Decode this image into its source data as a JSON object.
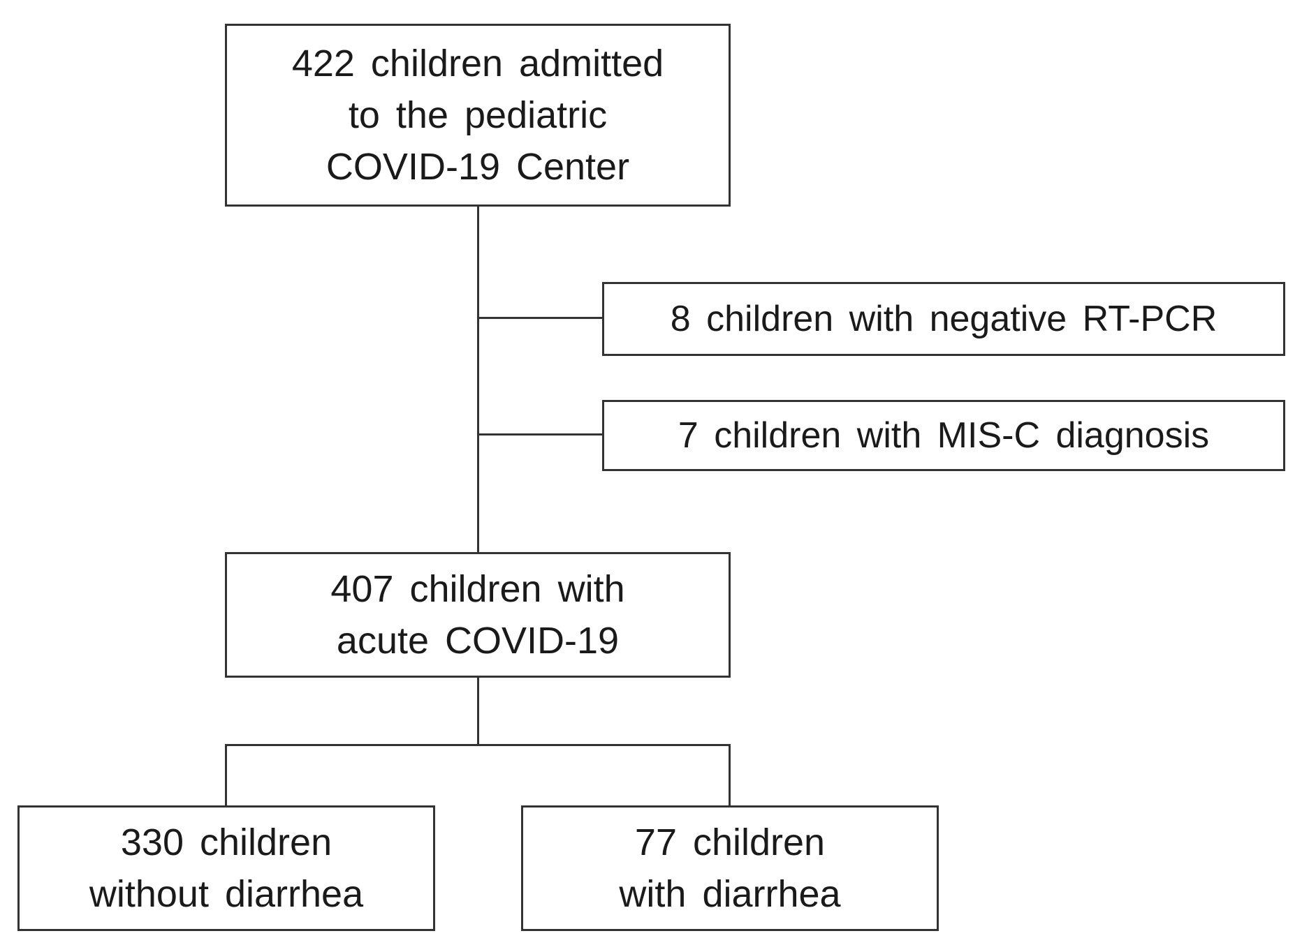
{
  "flowchart": {
    "top": {
      "lines": [
        "422 children admitted",
        "to the pediatric",
        "COVID-19 Center"
      ]
    },
    "exclusions": [
      {
        "text": "8 children with negative RT-PCR"
      },
      {
        "text": "7 children with MIS-C diagnosis"
      }
    ],
    "middle": {
      "lines": [
        "407 children with",
        "acute COVID-19"
      ]
    },
    "outcomes": [
      {
        "lines": [
          "330 children",
          "without diarrhea"
        ]
      },
      {
        "lines": [
          "77 children",
          "with diarrhea"
        ]
      }
    ]
  },
  "colors": {
    "border": "#333333",
    "text": "#1a1a1a",
    "background": "#ffffff"
  }
}
